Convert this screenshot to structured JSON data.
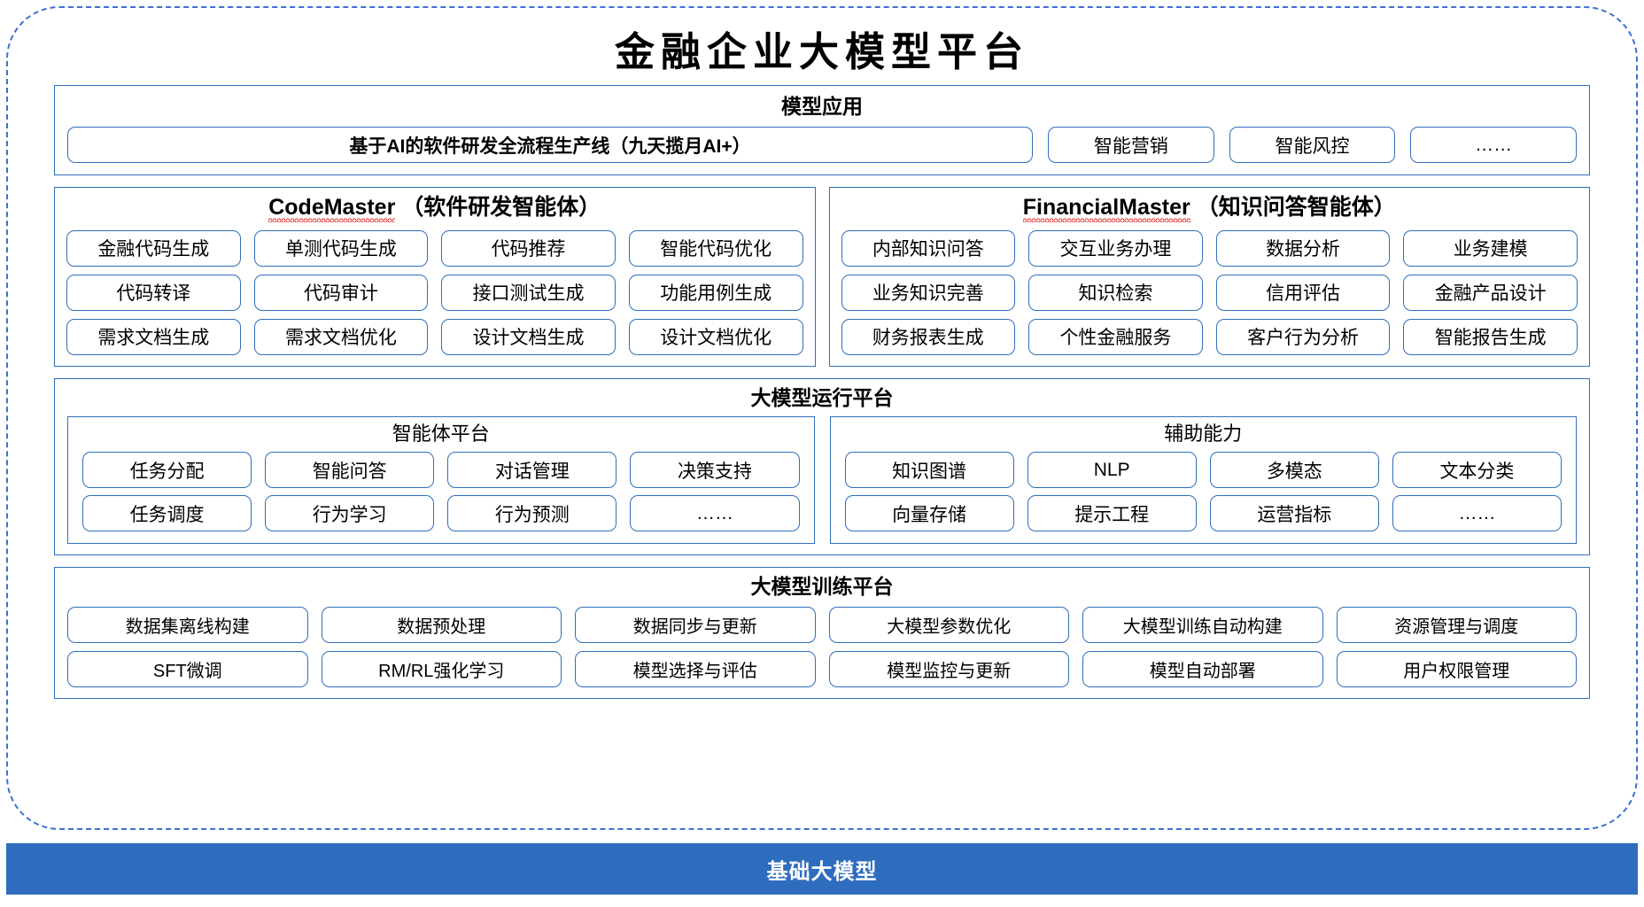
{
  "title": "金融企业大模型平台",
  "colors": {
    "frame_dashed": "#3d6fd4",
    "box_border": "#2f6fba",
    "base_bar_bg": "#2e6cbe",
    "spellcheck_underline": "#e01b1b",
    "text": "#000000"
  },
  "apps": {
    "title": "模型应用",
    "primary": "基于AI的软件研发全流程生产线（九天揽月AI+）",
    "items": [
      "智能营销",
      "智能风控",
      "……"
    ]
  },
  "agents": [
    {
      "name_latin": "CodeMaster",
      "name_cn": "（软件研发智能体）",
      "rows": [
        [
          "金融代码生成",
          "单测代码生成",
          "代码推荐",
          "智能代码优化"
        ],
        [
          "代码转译",
          "代码审计",
          "接口测试生成",
          "功能用例生成"
        ],
        [
          "需求文档生成",
          "需求文档优化",
          "设计文档生成",
          "设计文档优化"
        ]
      ]
    },
    {
      "name_latin": "FinancialMaster",
      "name_cn": "（知识问答智能体）",
      "rows": [
        [
          "内部知识问答",
          "交互业务办理",
          "数据分析",
          "业务建模"
        ],
        [
          "业务知识完善",
          "知识检索",
          "信用评估",
          "金融产品设计"
        ],
        [
          "财务报表生成",
          "个性金融服务",
          "客户行为分析",
          "智能报告生成"
        ]
      ]
    }
  ],
  "runtime": {
    "title": "大模型运行平台",
    "columns": [
      {
        "title": "智能体平台",
        "rows": [
          [
            "任务分配",
            "智能问答",
            "对话管理",
            "决策支持"
          ],
          [
            "任务调度",
            "行为学习",
            "行为预测",
            "……"
          ]
        ]
      },
      {
        "title": "辅助能力",
        "rows": [
          [
            "知识图谱",
            "NLP",
            "多模态",
            "文本分类"
          ],
          [
            "向量存储",
            "提示工程",
            "运营指标",
            "……"
          ]
        ]
      }
    ]
  },
  "training": {
    "title": "大模型训练平台",
    "rows": [
      [
        "数据集离线构建",
        "数据预处理",
        "数据同步与更新",
        "大模型参数优化",
        "大模型训练自动构建",
        "资源管理与调度"
      ],
      [
        "SFT微调",
        "RM/RL强化学习",
        "模型选择与评估",
        "模型监控与更新",
        "模型自动部署",
        "用户权限管理"
      ]
    ]
  },
  "base_bar": {
    "label": "基础大模型"
  }
}
